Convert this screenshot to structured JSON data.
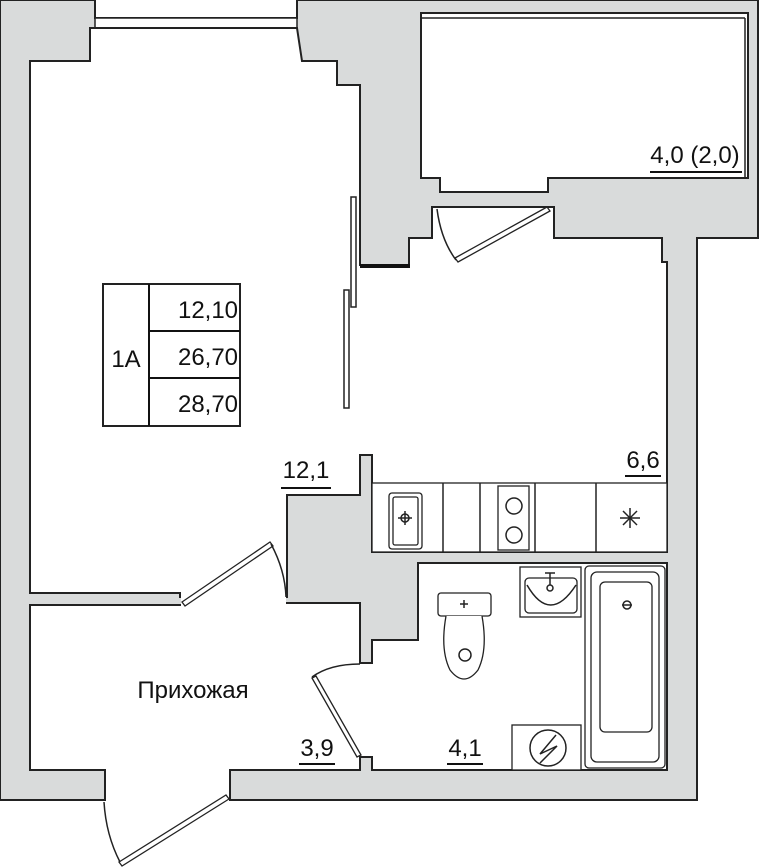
{
  "apartment": {
    "type_label": "1A",
    "areas": [
      "12,10",
      "26,70",
      "28,70"
    ]
  },
  "rooms": {
    "balcony_area": "4,0 (2,0)",
    "living_area": "12,1",
    "kitchen_area": "6,6",
    "hall_name": "Прихожая",
    "hall_area": "3,9",
    "bathroom_area": "4,1"
  },
  "colors": {
    "wall": "#d9dbdb",
    "line": "#222222"
  }
}
